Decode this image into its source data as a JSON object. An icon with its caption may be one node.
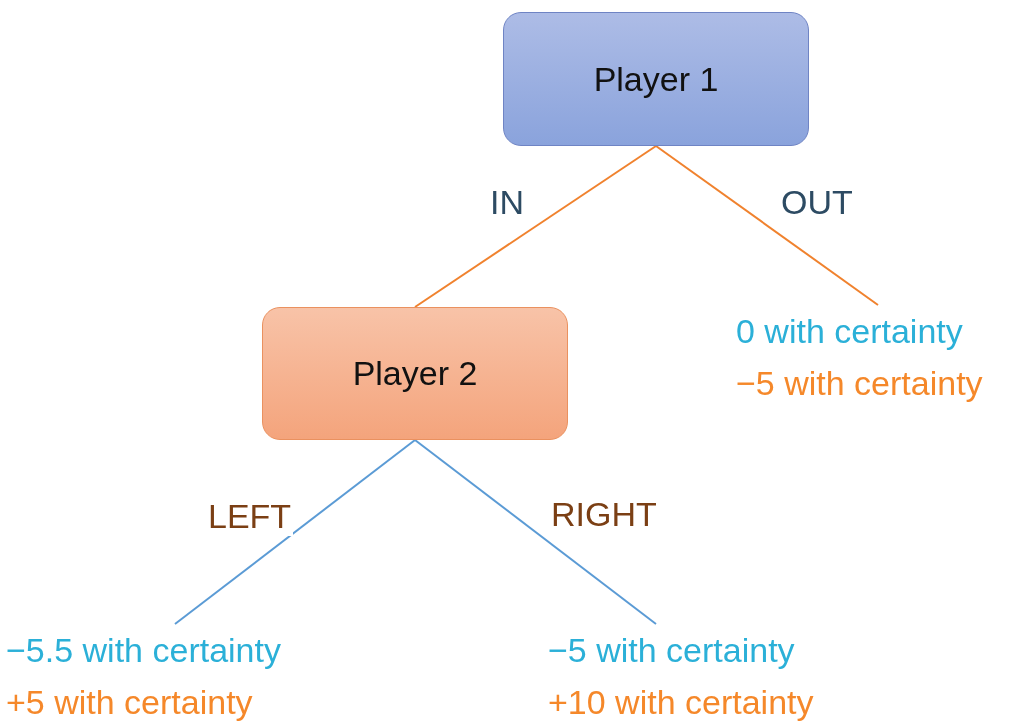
{
  "diagram": {
    "nodes": [
      {
        "text": [
          "Player 1"
        ]
      },
      {
        "text": [
          "Player 2"
        ]
      },
      {
        "text": [
          "0 with certainty",
          "−5 with certainty"
        ]
      },
      {
        "text": [
          "−5.5 with certainty",
          "+5 with certainty"
        ]
      },
      {
        "text": [
          "−5 with certainty",
          "+10 with certainty"
        ]
      }
    ],
    "edges": [
      {
        "from": 0,
        "to": 1,
        "arrow": "none",
        "label": "IN",
        "color": "#f0822e"
      },
      {
        "from": 0,
        "to": 2,
        "arrow": "none",
        "label": "OUT",
        "color": "#f0822e"
      },
      {
        "from": 1,
        "to": 3,
        "arrow": "none",
        "label": "LEFT",
        "color": "#5b9bd5"
      },
      {
        "from": 1,
        "to": 4,
        "arrow": "none",
        "label": "RIGHT",
        "color": "#5b9bd5"
      }
    ]
  }
}
